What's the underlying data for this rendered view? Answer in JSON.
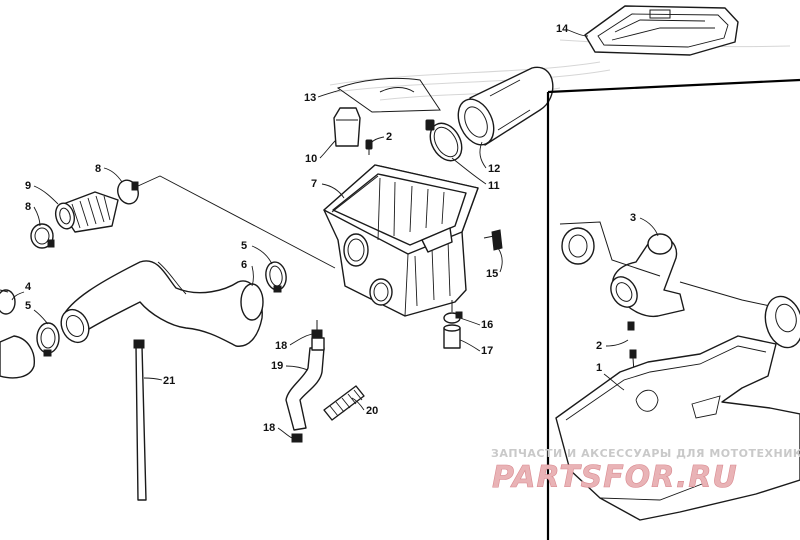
{
  "diagram": {
    "callouts": {
      "c1": "1",
      "c2a": "2",
      "c2b": "2",
      "c3": "3",
      "c4": "4",
      "c5a": "5",
      "c5b": "5",
      "c6": "6",
      "c7": "7",
      "c8a": "8",
      "c8b": "8",
      "c9": "9",
      "c10": "10",
      "c11": "11",
      "c12": "12",
      "c13": "13",
      "c14": "14",
      "c15": "15",
      "c16": "16",
      "c17": "17",
      "c18a": "18",
      "c18b": "18",
      "c19": "19",
      "c20": "20",
      "c21": "21"
    },
    "watermark": {
      "caption": "ЗАПЧАСТИ И АКСЕССУАРЫ ДЛЯ МОТОТЕХНИКИ",
      "brand": "PARTSFOR.RU",
      "color": "#e9b3b6"
    }
  }
}
